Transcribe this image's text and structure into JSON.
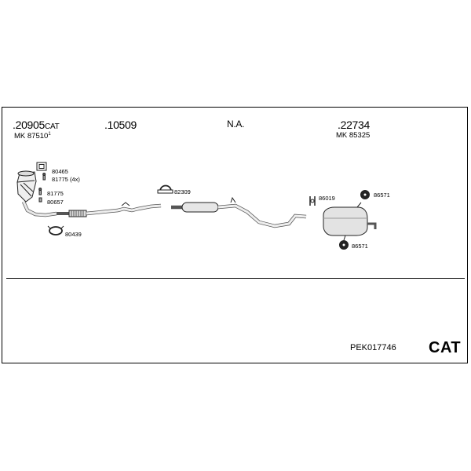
{
  "header": {
    "cat_part": ".20905",
    "cat_suffix": "CAT",
    "cat_mk": "MK 87510",
    "cat_mk_sup": "1",
    "mid_pipe": ".10509",
    "na_label": "N.A.",
    "rear_part": ".22734",
    "rear_mk": "MK 85325"
  },
  "parts": {
    "p80465": "80465",
    "p81775x4": "81775 (4x)",
    "p81775": "81775",
    "p80657": "80657",
    "p80439": "80439",
    "p82309": "82309",
    "p86019": "86019",
    "p86571_top": "86571",
    "p86571_bottom": "86571"
  },
  "footer": {
    "code": "PEK017746",
    "category": "CAT"
  }
}
